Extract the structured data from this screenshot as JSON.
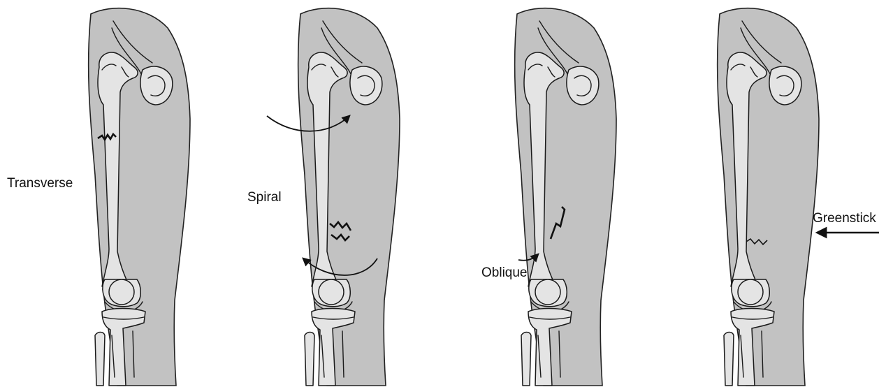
{
  "colors": {
    "background": "#ffffff",
    "leg_fill": "#c2c2c2",
    "bone_fill": "#e4e4e4",
    "outline": "#1a1a1a"
  },
  "panels": [
    {
      "id": "transverse",
      "label": "Transverse",
      "indicator": "none"
    },
    {
      "id": "spiral",
      "label": "Spiral",
      "indicator": "curved-rotation-arrows"
    },
    {
      "id": "oblique",
      "label": "Oblique",
      "indicator": "small-curved-arrow"
    },
    {
      "id": "greenstick",
      "label": "Greenstick",
      "indicator": "straight-arrow-pointing-left"
    }
  ]
}
